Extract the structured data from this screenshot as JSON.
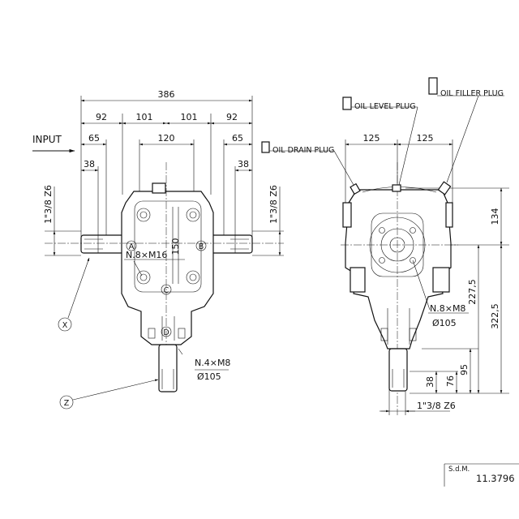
{
  "front_view": {
    "input_label": "INPUT",
    "dims": {
      "overall": "386",
      "left_92": "92",
      "left_101": "101",
      "right_101": "101",
      "right_92": "92",
      "left_65": "65",
      "center_120": "120",
      "right_65": "65",
      "left_38": "38",
      "right_38": "38",
      "vert_150": "150"
    },
    "spline_left": "1\"3/8 Z6",
    "spline_right": "1\"3/8 Z6",
    "holes_note": "N.8×M16",
    "bottom_holes": "N.4×M8",
    "bottom_diameter": "Ø105",
    "shaft_markers": [
      "A",
      "B",
      "C",
      "D"
    ],
    "callouts": [
      "X",
      "Z"
    ]
  },
  "side_view": {
    "plugs": {
      "drain": "OIL DRAIN PLUG",
      "level": "OIL LEVEL PLUG",
      "filler": "OIL FILLER PLUG"
    },
    "dims": {
      "left_125": "125",
      "right_125": "125",
      "h_134": "134",
      "h_227": "227,5",
      "h_322": "322,5",
      "h_95": "95",
      "h_76": "76",
      "h_38": "38"
    },
    "flange_holes": "N.8×M8",
    "flange_diameter": "Ø105",
    "spline_bottom": "1\"3/8  Z6"
  },
  "title_block": {
    "label": "S.d.M.",
    "code": "11.3796"
  }
}
